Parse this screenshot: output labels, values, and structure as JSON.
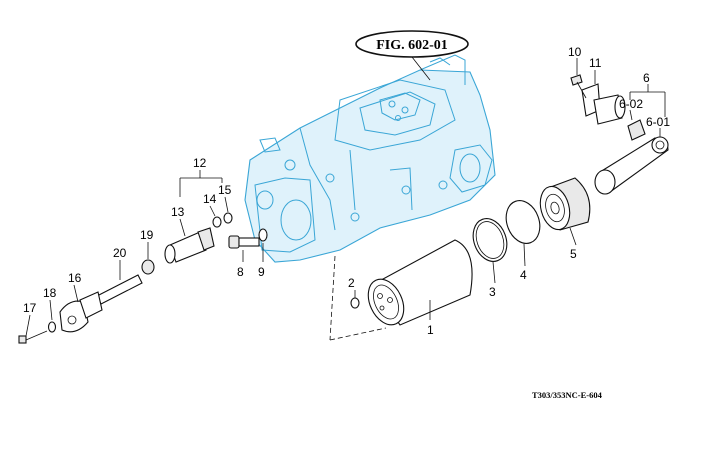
{
  "figure": {
    "title": "FIG. 602-01",
    "code": "T303/353NC-E-604"
  },
  "labels": {
    "p1": "1",
    "p2": "2",
    "p3": "3",
    "p4": "4",
    "p5": "5",
    "p6": "6",
    "p6_01": "6-01",
    "p6_02": "6-02",
    "p8": "8",
    "p9": "9",
    "p10": "10",
    "p11": "11",
    "p12": "12",
    "p13": "13",
    "p14": "14",
    "p15": "15",
    "p16": "16",
    "p17": "17",
    "p18": "18",
    "p19": "19",
    "p20": "20"
  },
  "colors": {
    "housing": "#3aa6d6",
    "housing_fill": "#dff2fb",
    "ink": "#111111"
  }
}
